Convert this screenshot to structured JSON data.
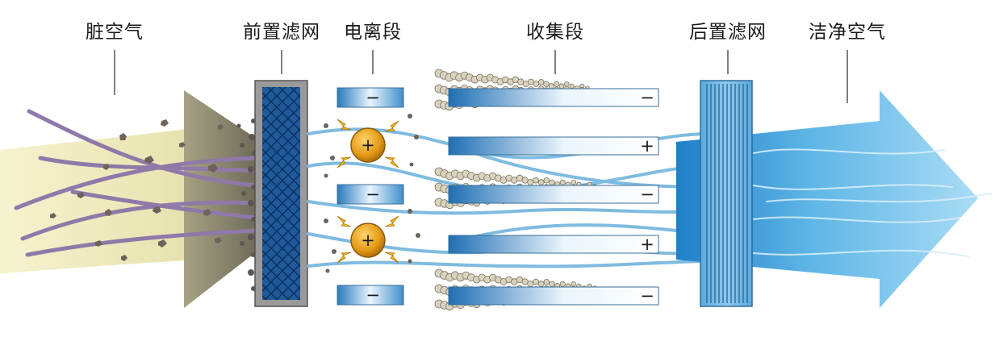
{
  "labels": {
    "dirty_air": "脏空气",
    "pre_filter": "前置滤网",
    "ionization": "电离段",
    "collection": "收集段",
    "post_filter": "后置滤网",
    "clean_air": "洁净空气"
  },
  "signs": {
    "negative": "−",
    "positive": "+"
  },
  "colors": {
    "dirty_flow": "#e9e6b4",
    "purple_fiber": "#8e79a8",
    "filter_frame": "#8a8a8a",
    "filter_mesh": "#1d4f8c",
    "ion_ball": "#e5a21f",
    "spark": "#f2b51e",
    "plate_blue": "#2a79be",
    "dust": "#6e625a",
    "collected_particle": "#d8d2bf",
    "clean_arrow": "#59b2e4",
    "clean_fiber": "#7fbbe0"
  }
}
